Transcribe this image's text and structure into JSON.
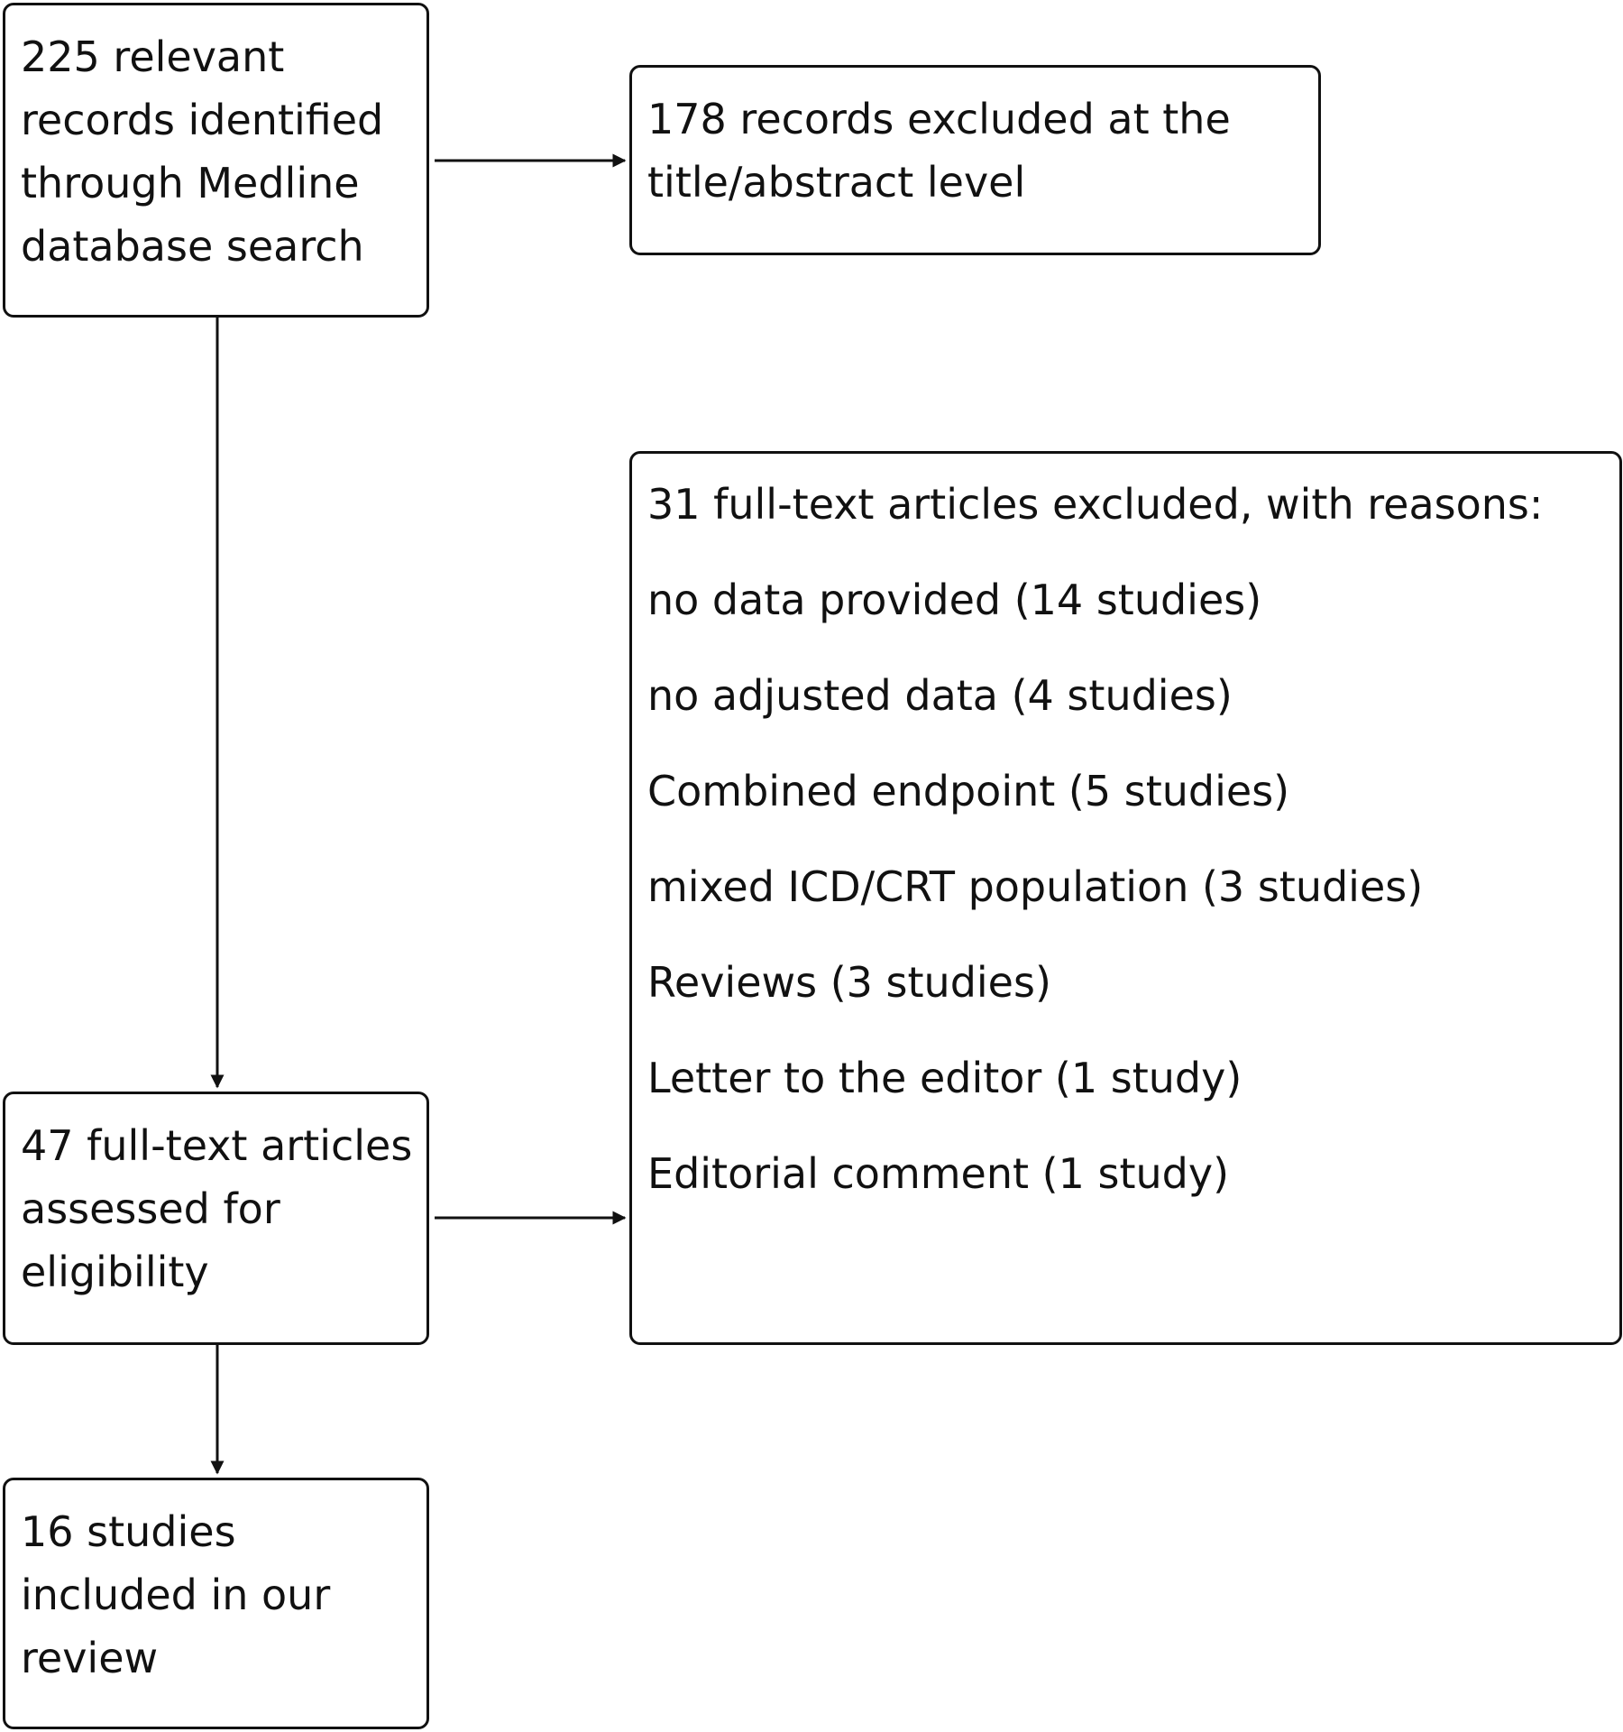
{
  "diagram": {
    "identified": {
      "text": "225 relevant\nrecords identified\nthrough Medline\ndatabase search"
    },
    "excluded_title_abstract": {
      "text": "178 records excluded at the\ntitle/abstract level"
    },
    "assessed": {
      "text": "47 full-text articles\nassessed for\neligibility"
    },
    "excluded_full_text": {
      "heading": "31 full-text articles excluded, with reasons:",
      "reasons": [
        "no data provided (14 studies)",
        "no adjusted data (4 studies)",
        "Combined endpoint (5 studies)",
        "mixed ICD/CRT population (3 studies)",
        "Reviews (3 studies)",
        "Letter to the editor (1 study)",
        "Editorial comment (1 study)"
      ]
    },
    "included": {
      "text": "16 studies\nincluded in our\nreview"
    }
  }
}
